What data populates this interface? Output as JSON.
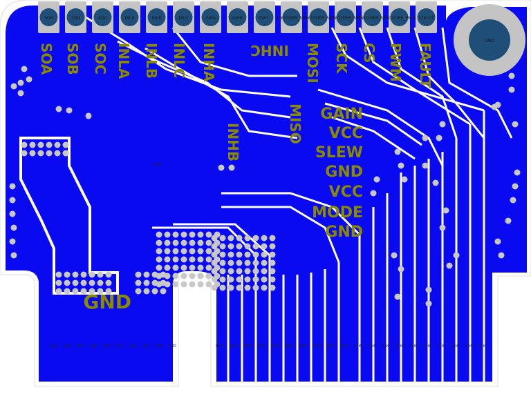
{
  "colors": {
    "copper": "#0a0af0",
    "copper_dark": "#0000b8",
    "board_edge": "#ffffff",
    "pad_gray": "#c4c4c4",
    "pad_center": "#1f4f78",
    "silkscreen": "#8a8a00",
    "via": "#c8c8c8"
  },
  "header_pads": [
    {
      "id": "soa",
      "label": "SOA"
    },
    {
      "id": "sob",
      "label": "SOB"
    },
    {
      "id": "soc",
      "label": "SOC"
    },
    {
      "id": "inla",
      "label": "INLA"
    },
    {
      "id": "inlb",
      "label": "INLB"
    },
    {
      "id": "inlc",
      "label": "INLC"
    },
    {
      "id": "inha",
      "label": "INHA"
    },
    {
      "id": "inhb",
      "label": "INHB"
    },
    {
      "id": "inhc",
      "label": "INHC"
    },
    {
      "id": "mosi",
      "label": "ENCODER_SPI"
    },
    {
      "id": "sck",
      "label": "ENCODER_SPI"
    },
    {
      "id": "miso",
      "label": "ENCODER_SPI"
    },
    {
      "id": "cs",
      "label": "ENCODER_SPI"
    },
    {
      "id": "pwm",
      "label": "ENCODER_PWM"
    },
    {
      "id": "fault",
      "label": "nFAULT"
    }
  ],
  "mount_hole": {
    "label": "GND"
  },
  "silk_top": [
    "SOA",
    "SOB",
    "SOC",
    "INLA",
    "INLB",
    "INLC",
    "INHA",
    "INHC",
    "MOSI",
    "SCK",
    "CS",
    "PWM",
    "FAULT"
  ],
  "silk_right": [
    "GAIN",
    "VCC",
    "SLEW",
    "GND",
    "VCC",
    "MODE",
    "GND"
  ],
  "silk_misc": {
    "miso": "MISO",
    "inhb": "INHB",
    "gnd_big": "GND",
    "gnd_small": "GND"
  },
  "bottom_fingers_left": [
    "GND",
    "GND",
    "GND",
    "GND",
    "GND",
    "GND",
    "GND",
    "GND",
    "GND",
    "GND"
  ],
  "bottom_fingers_right_label": "GPIO",
  "bottom_fingers_right_count": 20
}
